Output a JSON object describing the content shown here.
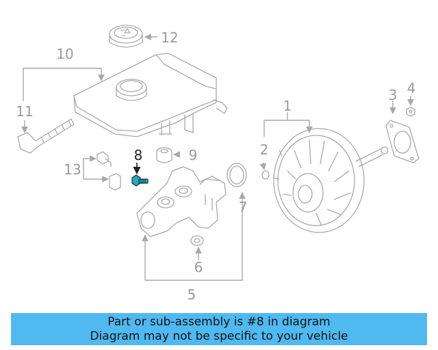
{
  "callouts": {
    "c1": "1",
    "c2": "2",
    "c3": "3",
    "c4": "4",
    "c5": "5",
    "c6": "6",
    "c7": "7",
    "c8": "8",
    "c9": "9",
    "c10": "10",
    "c11": "11",
    "c12": "12",
    "c13": "13"
  },
  "highlight_callout": "8",
  "colors": {
    "banner_bg": "#4fb9f0",
    "line_gray": "#a8a8a8",
    "highlight_part": "#2aa7b8"
  },
  "banner": {
    "line1": "Part or sub-assembly is #8 in diagram",
    "line2": "Diagram may not be specific to your vehicle"
  }
}
